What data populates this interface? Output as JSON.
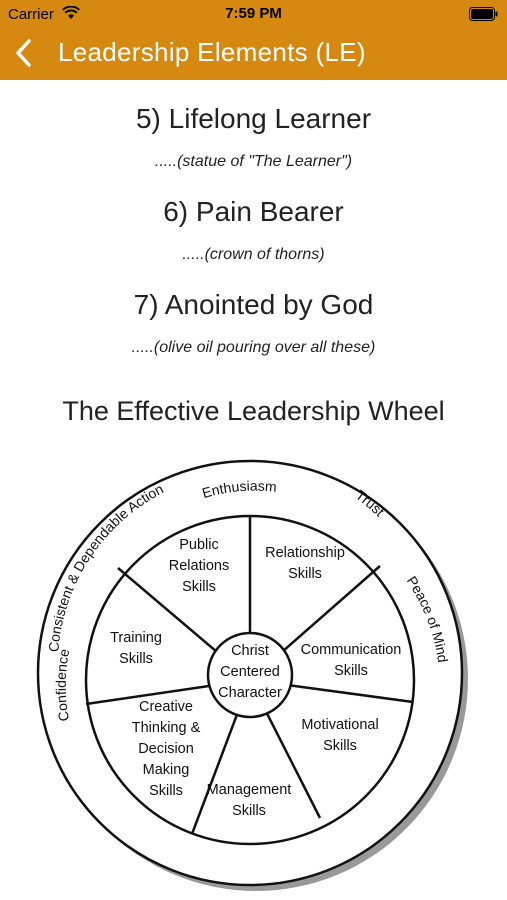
{
  "status_bar": {
    "carrier": "Carrier",
    "time": "7:59 PM"
  },
  "nav": {
    "title": "Leadership Elements (LE)",
    "back_icon": "chevron-left-icon"
  },
  "items": [
    {
      "title": "5) Lifelong Learner",
      "subtitle": ".....(statue of \"The Learner\")"
    },
    {
      "title": "6) Pain Bearer",
      "subtitle": ".....(crown of thorns)"
    },
    {
      "title": "7) Anointed by God",
      "subtitle": ".....(olive oil pouring over all these)"
    }
  ],
  "wheel": {
    "heading": "The Effective Leadership Wheel",
    "center": [
      "Christ",
      "Centered",
      "Character"
    ],
    "segments": [
      [
        "Public",
        "Relations",
        "Skills"
      ],
      [
        "Relationship",
        "Skills"
      ],
      [
        "Communication",
        "Skills"
      ],
      [
        "Motivational",
        "Skills"
      ],
      [
        "Management",
        "Skills"
      ],
      [
        "Creative",
        "Thinking &",
        "Decision",
        "Making",
        "Skills"
      ],
      [
        "Training",
        "Skills"
      ]
    ],
    "ring": {
      "enthusiasm": "Enthusiasm",
      "trust": "Trust",
      "peace_of_mind": "Peace of Mind",
      "consistent": "Consistent & Dependable Action",
      "confidence": "Confidence"
    },
    "colors": {
      "line": "#111111",
      "fill": "#ffffff"
    }
  },
  "colors": {
    "nav_background": "#d68910",
    "nav_text": "#ffffff"
  }
}
